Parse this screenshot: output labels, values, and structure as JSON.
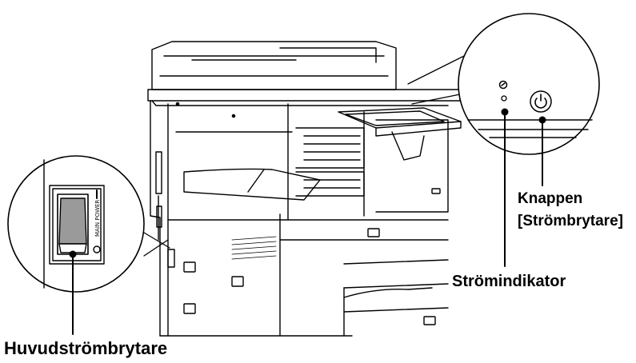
{
  "labels": {
    "power_button_line1": "Knappen",
    "power_button_line2": "[Strömbrytare]",
    "power_indicator": "Strömindikator",
    "main_power_switch": "Huvudströmbrytare"
  },
  "switch_badge": "MAIN POWER",
  "colors": {
    "line": "#000000",
    "switch_gray": "#9a9a9a",
    "background": "#ffffff"
  }
}
